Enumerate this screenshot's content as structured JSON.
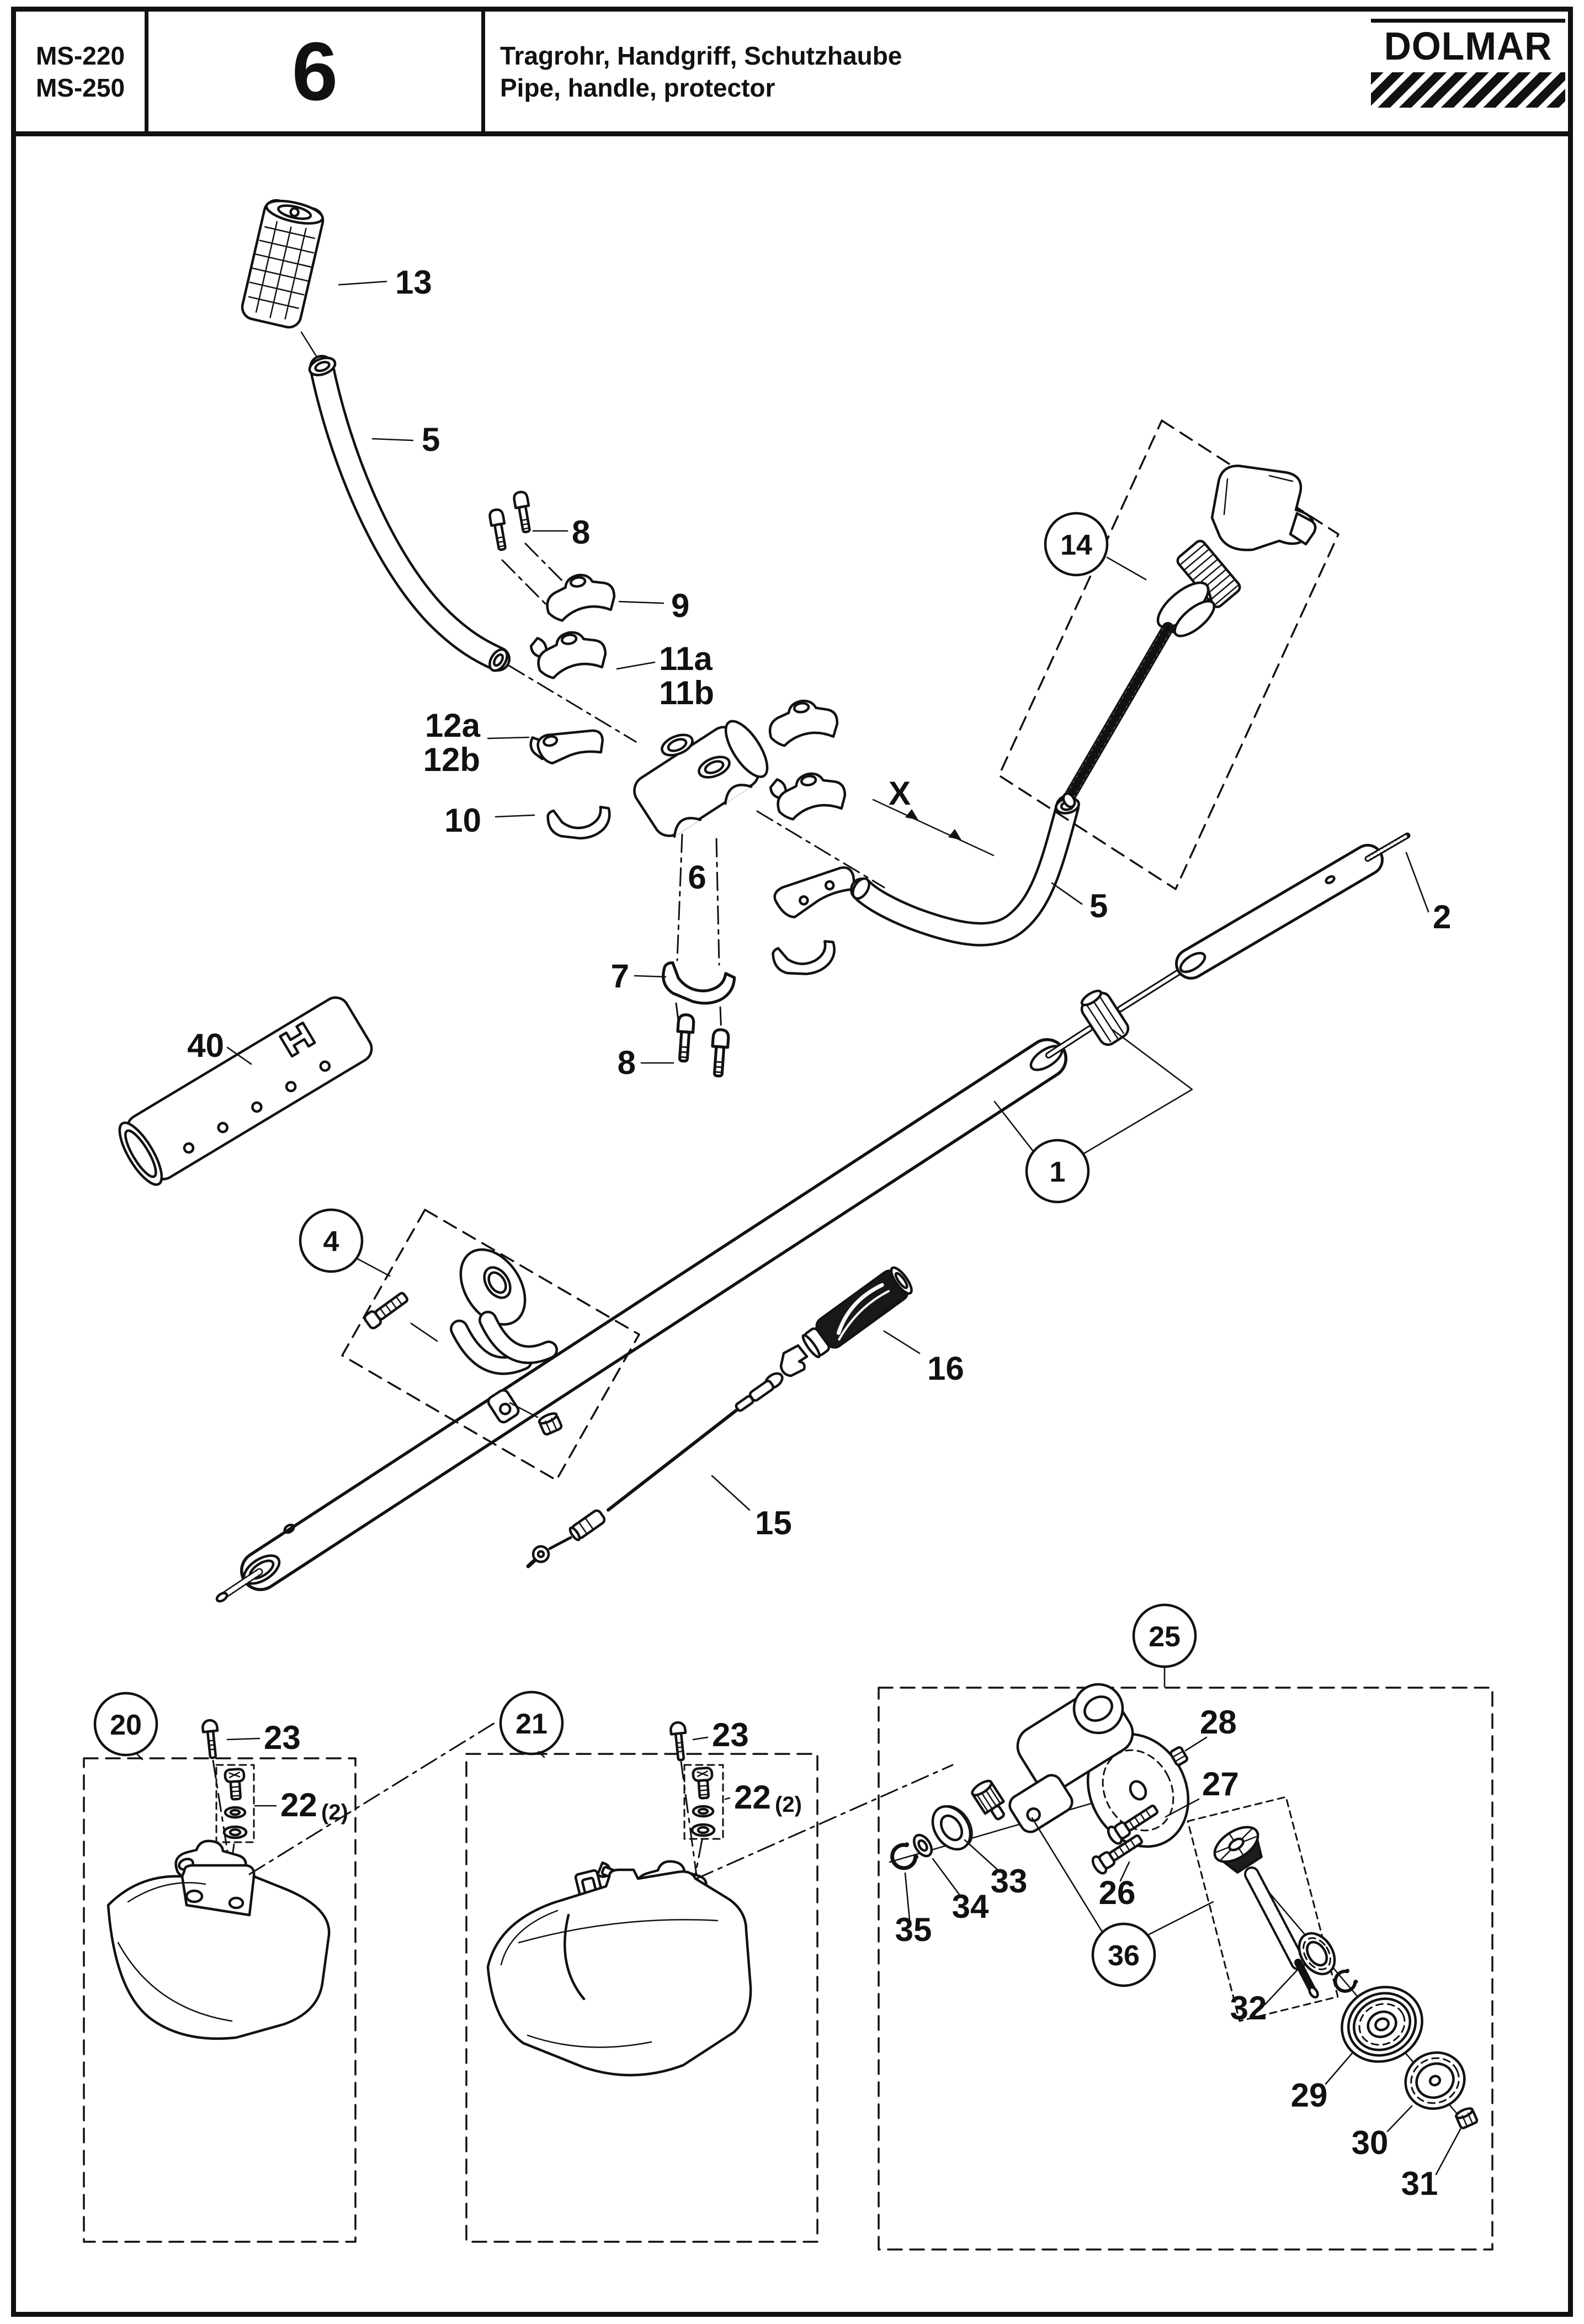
{
  "header": {
    "model1": "MS-220",
    "model2": "MS-250",
    "page_number": "6",
    "title_de": "Tragrohr, Handgriff, Schutzhaube",
    "title_en": "Pipe, handle, protector",
    "brand": "DOLMAR"
  },
  "callouts": {
    "part13": "13",
    "part5_left": "5",
    "part8_top": "8",
    "part9": "9",
    "part11a": "11a",
    "part11b": "11b",
    "part12a": "12a",
    "part12b": "12b",
    "part10": "10",
    "part6": "6",
    "dim_x": "X",
    "part7": "7",
    "part8_bottom": "8",
    "part40": "40",
    "part14": "14",
    "part5_right": "5",
    "part2": "2",
    "part1": "1",
    "part16": "16",
    "part15": "15",
    "part4": "4",
    "part20": "20",
    "part23_left": "23",
    "part22_left": "22",
    "part22_left_qty": "(2)",
    "part21": "21",
    "part23_right": "23",
    "part22_right": "22",
    "part22_right_qty": "(2)",
    "part25": "25",
    "part28": "28",
    "part27": "27",
    "part26": "26",
    "part33": "33",
    "part34": "34",
    "part35": "35",
    "part36": "36",
    "part32": "32",
    "part29": "29",
    "part30": "30",
    "part31": "31"
  },
  "colors": {
    "ink": "#111111",
    "paper": "#ffffff"
  }
}
